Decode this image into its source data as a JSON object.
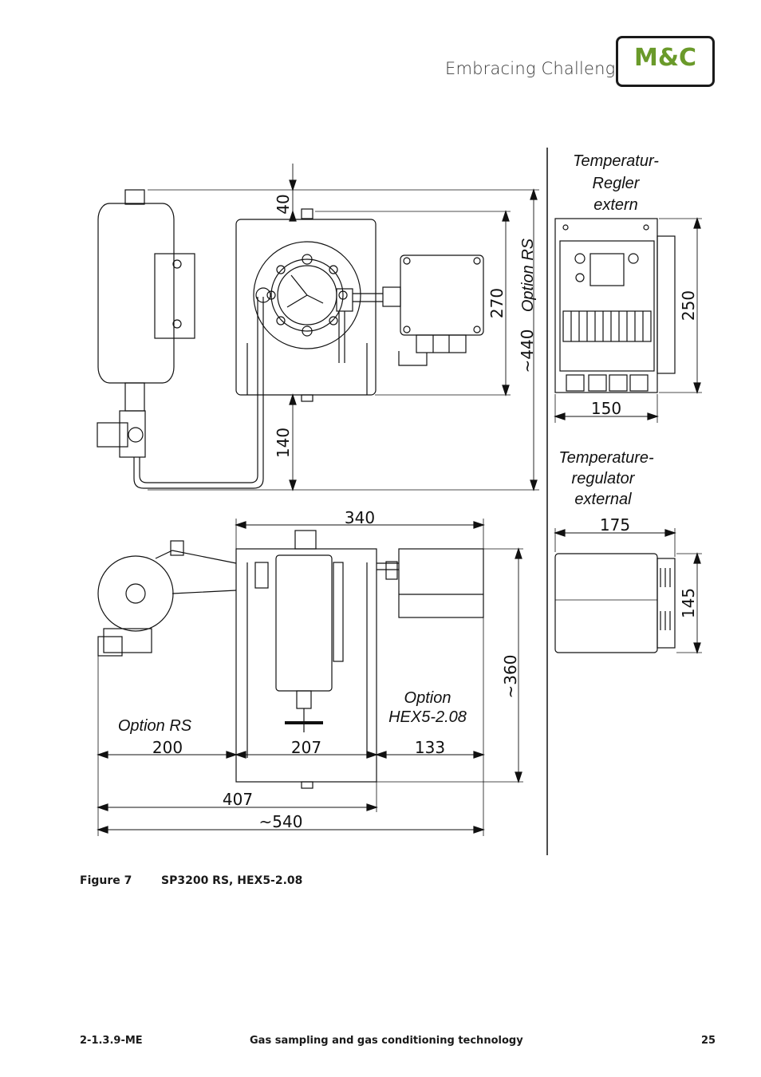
{
  "header": {
    "tagline": "Embracing Challenge",
    "logo_text": "M&C"
  },
  "drawing": {
    "top_labels": [
      "40",
      "270",
      "140",
      "~440"
    ],
    "option_rs_top": "Option RS",
    "regler_de": [
      "Temperatur-",
      "Regler",
      "extern"
    ],
    "regler_dims": [
      "250",
      "150"
    ],
    "regulator_en": [
      "Temperature-",
      "regulator",
      "external"
    ],
    "regulator_dims": [
      "175",
      "145"
    ],
    "bottom_dims": [
      "340",
      "~360",
      "200",
      "207",
      "133",
      "407",
      "~540"
    ],
    "option_rs_bottom": "Option RS",
    "option_hex": [
      "Option",
      "HEX5-2.08"
    ]
  },
  "caption": {
    "number": "Figure 7",
    "title": "SP3200 RS, HEX5-2.08"
  },
  "footer": {
    "left": "2-1.3.9-ME",
    "center": "Gas sampling and gas conditioning technology",
    "page": "25"
  }
}
